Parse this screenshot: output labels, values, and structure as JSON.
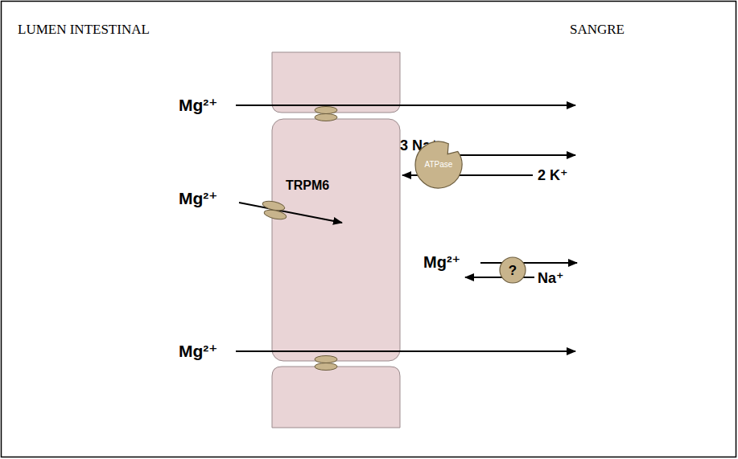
{
  "diagram": {
    "nodes": [
      {
        "text": [
          "ATPase"
        ]
      },
      {
        "text": [
          "?"
        ]
      }
    ],
    "labels": [
      "LUMEN INTESTINAL",
      "SANGRE",
      "Mg²⁺",
      "3 Na⁺",
      "2 K⁺",
      "TRPM6",
      "Mg²⁺",
      "Mg²⁺",
      "Na⁺",
      "Mg²⁺"
    ]
  }
}
